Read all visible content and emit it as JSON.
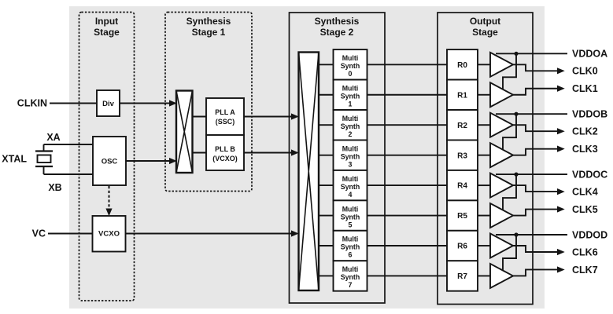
{
  "colors": {
    "page_bg": "#ffffff",
    "canvas_bg": "#e7e7e7",
    "line": "#141414",
    "box_fill": "#ffffff"
  },
  "stages": {
    "input": {
      "line1": "Input",
      "line2": "Stage"
    },
    "synth1": {
      "line1": "Synthesis",
      "line2": "Stage 1"
    },
    "synth2": {
      "line1": "Synthesis",
      "line2": "Stage 2"
    },
    "output": {
      "line1": "Output",
      "line2": "Stage"
    }
  },
  "input_ports": {
    "clkin": "CLKIN",
    "xa": "XA",
    "xtal": "XTAL",
    "xb": "XB",
    "vc": "VC"
  },
  "blocks": {
    "div": "Div",
    "osc": "OSC",
    "vcxo": "VCXO",
    "pll_a_line1": "PLL A",
    "pll_a_line2": "(SSC)",
    "pll_b_line1": "PLL B",
    "pll_b_line2": "(VCXO)"
  },
  "multisynth": {
    "line1": "Multi",
    "line2": "Synth",
    "indices": [
      "0",
      "1",
      "2",
      "3",
      "4",
      "5",
      "6",
      "7"
    ]
  },
  "r_dividers": [
    "R0",
    "R1",
    "R2",
    "R3",
    "R4",
    "R5",
    "R6",
    "R7"
  ],
  "output_groups": [
    {
      "supply": "VDDOA",
      "clocks": [
        "CLK0",
        "CLK1"
      ]
    },
    {
      "supply": "VDDOB",
      "clocks": [
        "CLK2",
        "CLK3"
      ]
    },
    {
      "supply": "VDDOC",
      "clocks": [
        "CLK4",
        "CLK5"
      ]
    },
    {
      "supply": "VDDOD",
      "clocks": [
        "CLK6",
        "CLK7"
      ]
    }
  ]
}
